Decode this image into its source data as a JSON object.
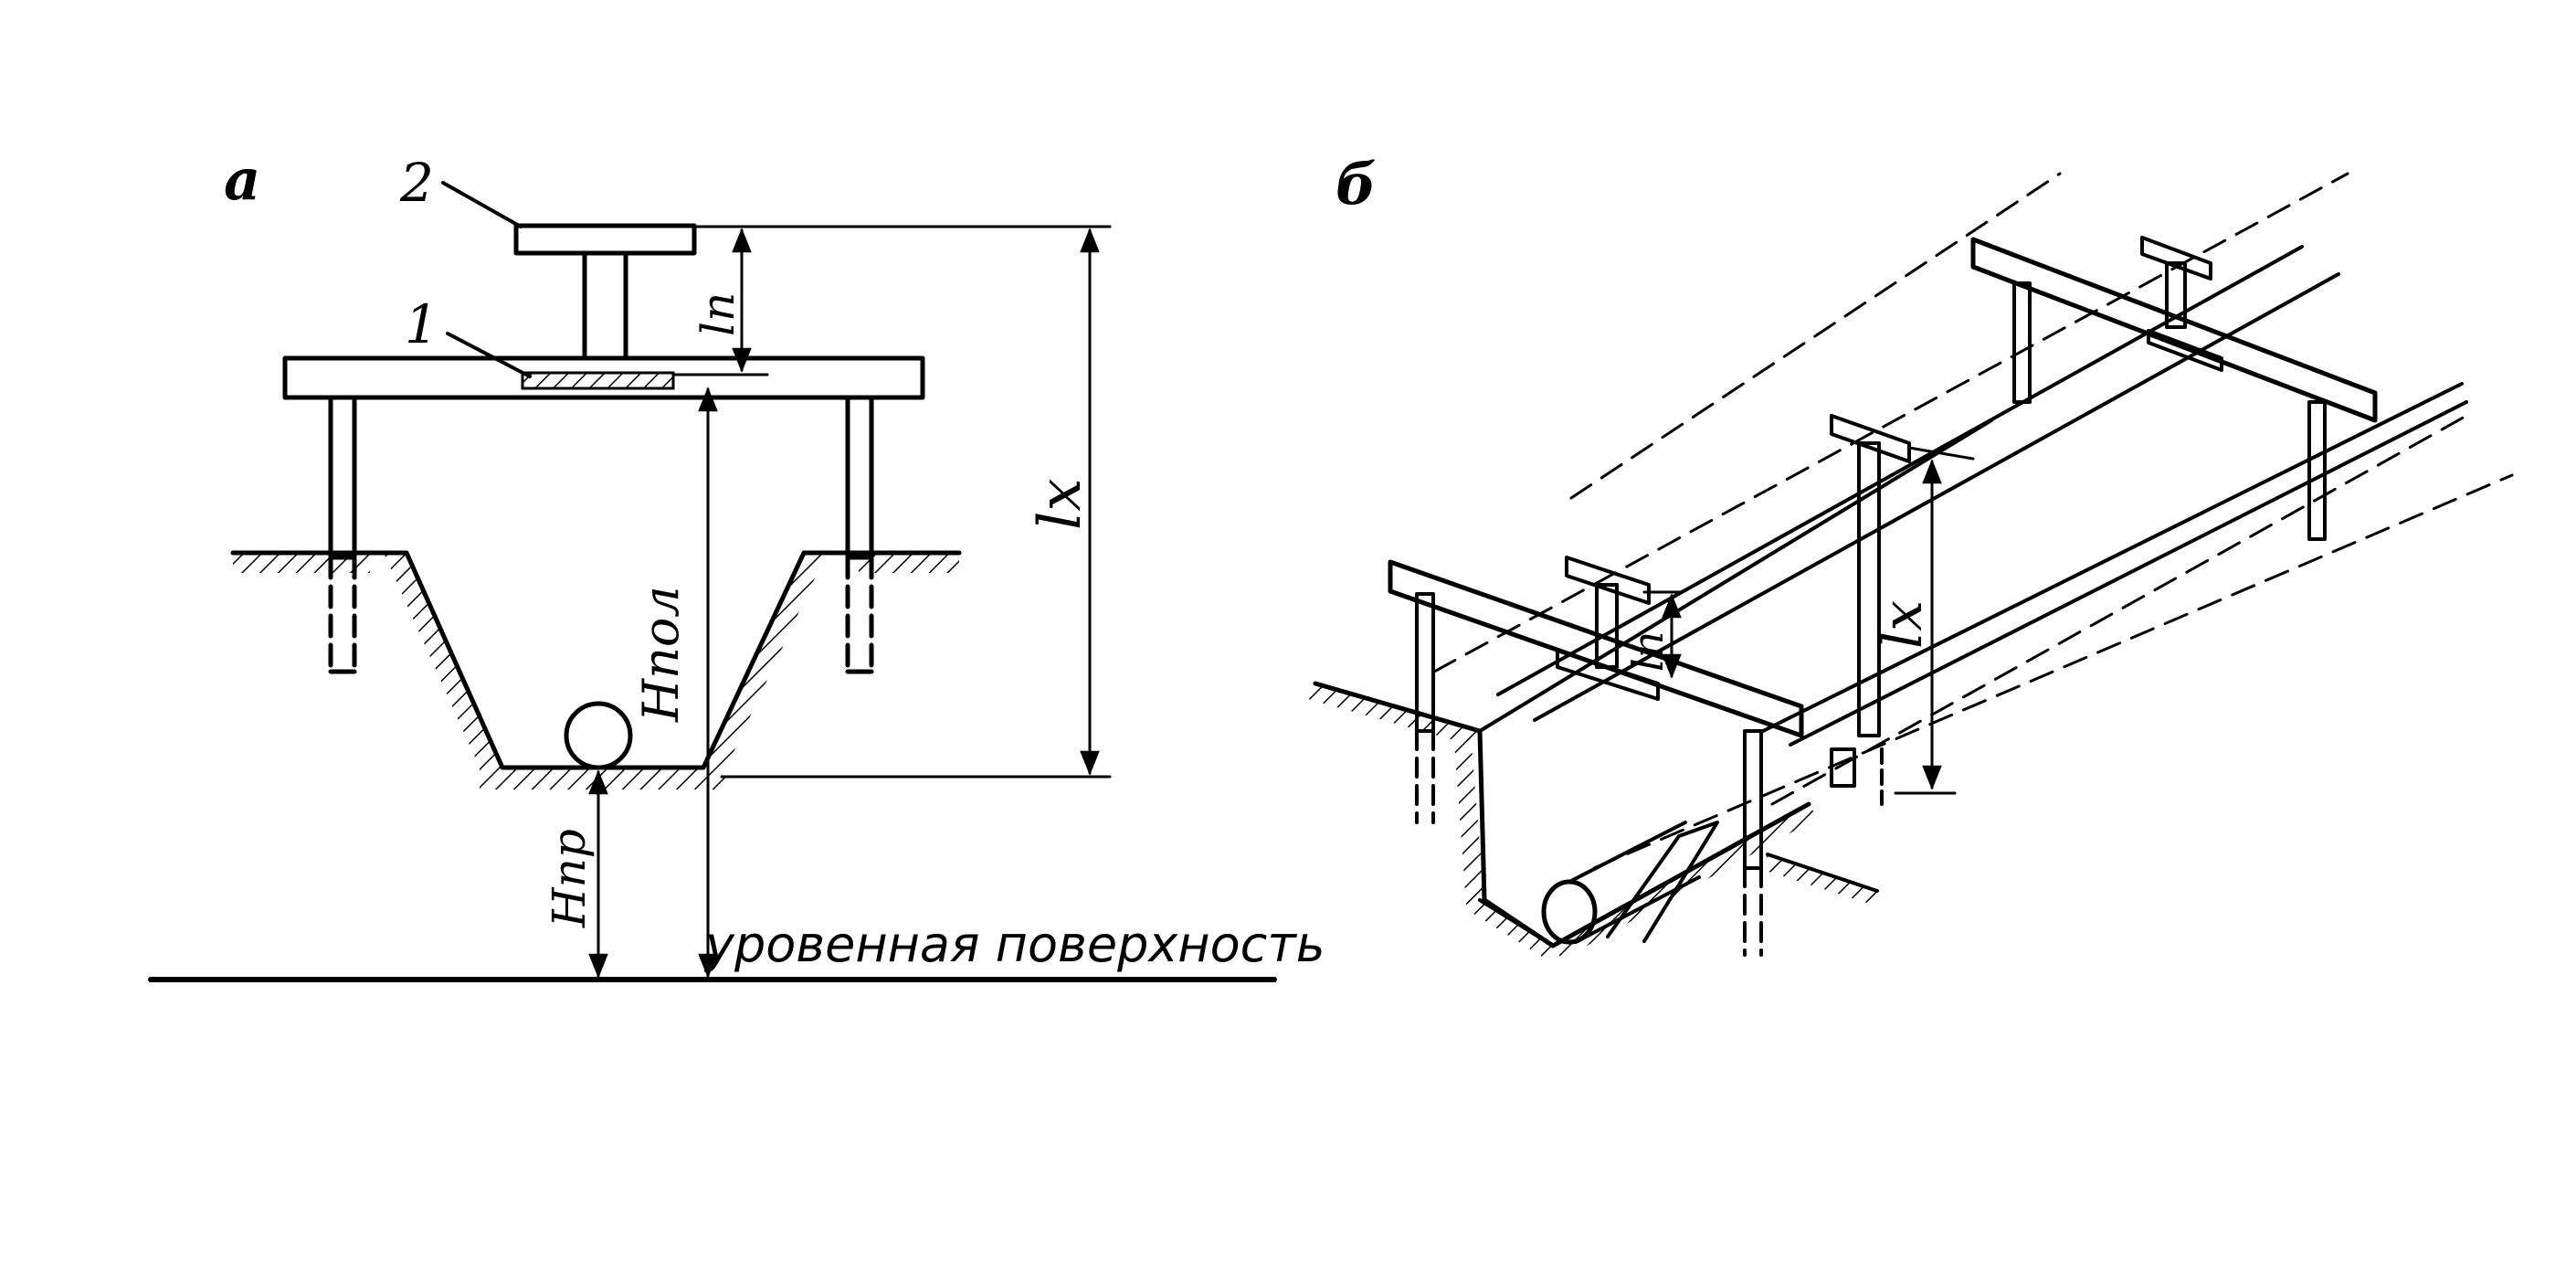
{
  "panel_a": {
    "label": "а",
    "callout_1": "1",
    "callout_2": "2",
    "dim_ln": "lп",
    "dim_lx": "lx",
    "dim_hpol": "Hпол",
    "dim_hpr": "Hпр",
    "level_surface": "уровенная поверхность"
  },
  "panel_b": {
    "label": "б",
    "dim_ln": "lп",
    "dim_lx": "lx"
  }
}
